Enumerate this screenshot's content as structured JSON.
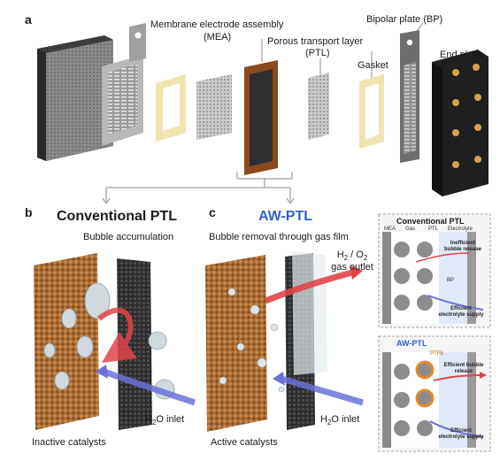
{
  "panels": {
    "a": "a",
    "b": "b",
    "c": "c"
  },
  "panel_a": {
    "mea_label": "Membrane electrode assembly",
    "mea_abbr": "(MEA)",
    "ptl_label": "Porous transport layer",
    "ptl_abbr": "(PTL)",
    "bp_label": "Bipolar plate (BP)",
    "gasket_label": "Gasket",
    "endplate_label": "End plate"
  },
  "panel_b": {
    "title": "Conventional PTL",
    "bubble_label": "Bubble accumulation",
    "catalyst_label": "Inactive catalysts",
    "inlet_h": "H",
    "inlet_sub": "2",
    "inlet_rest": "O inlet"
  },
  "panel_c": {
    "title": "AW-PTL",
    "bubble_label": "Bubble removal through gas film",
    "gas_h": "H",
    "gas_sub1": "2",
    "gas_mid": " / O",
    "gas_sub2": "2",
    "gas_outlet": "gas outlet",
    "catalyst_label": "Active catalysts",
    "inlet_h": "H",
    "inlet_sub": "2",
    "inlet_rest": "O inlet"
  },
  "inset_top": {
    "title": "Conventional PTL",
    "col_mea": "MEA",
    "col_gas": "Gas",
    "col_ptl": "PTL",
    "col_electrolyte": "Electrolyte",
    "release": "Inefficient bubble release",
    "bp": "BP",
    "supply": "Efficient electrolyte supply"
  },
  "inset_bottom": {
    "title": "AW-PTL",
    "ptfe": "PTFE",
    "release": "Efficient bubble release",
    "supply": "Efficient electrolyte supply"
  },
  "colors": {
    "accent_blue": "#2f5fd6",
    "arrow_red": "#e0454a",
    "arrow_blue": "#6a72d8",
    "catalyst_brown": "#a86a34",
    "ptfe_orange": "#e88a2a"
  }
}
